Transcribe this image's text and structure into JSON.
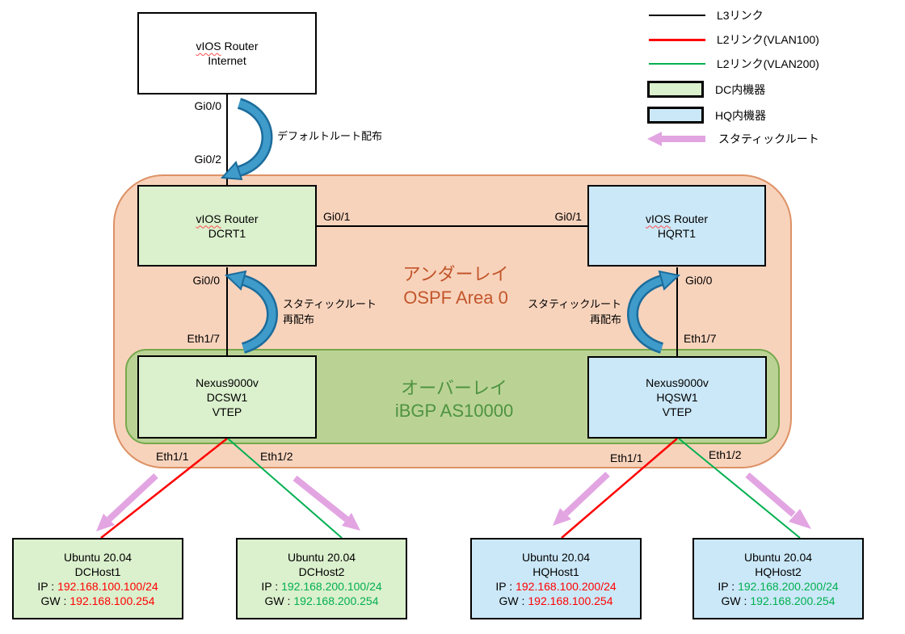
{
  "legend": {
    "items": [
      {
        "label": "L3リンク",
        "color": "#000000"
      },
      {
        "label": "L2リンク(VLAN100)",
        "color": "#ff0000"
      },
      {
        "label": "L2リンク(VLAN200)",
        "color": "#00b050"
      },
      {
        "label": "DC内機器",
        "color": "#dbf0cd"
      },
      {
        "label": "HQ内機器",
        "color": "#cbe8f8"
      },
      {
        "label": "スタティックルート",
        "color": "#e2a5e2"
      }
    ]
  },
  "containers": {
    "underlay": {
      "title_line1": "アンダーレイ",
      "title_line2": "OSPF Area 0"
    },
    "overlay": {
      "title_line1": "オーバーレイ",
      "title_line2": "iBGP AS10000"
    }
  },
  "nodes": {
    "internet": {
      "name_wavy": "vIOS",
      "name_rest": " Router",
      "label": "Internet"
    },
    "dcrt1": {
      "name_wavy": "vIOS",
      "name_rest": " Router",
      "label": "DCRT1"
    },
    "hqrt1": {
      "name_wavy": "vIOS",
      "name_rest": " Router",
      "label": "HQRT1"
    },
    "dcsw1": {
      "line1": "Nexus9000v",
      "line2": "DCSW1",
      "line3": "VTEP"
    },
    "hqsw1": {
      "line1": "Nexus9000v",
      "line2": "HQSW1",
      "line3": "VTEP"
    },
    "dchost1": {
      "line1": "Ubuntu 20.04",
      "line2": "DCHost1",
      "ip_label": "IP :",
      "ip": "192.168.100.100/24",
      "gw_label": "GW :",
      "gw": "192.168.100.254",
      "value_color": "#ff0000"
    },
    "dchost2": {
      "line1": "Ubuntu 20.04",
      "line2": "DCHost2",
      "ip_label": "IP :",
      "ip": "192.168.200.100/24",
      "gw_label": "GW :",
      "gw": "192.168.200.254",
      "value_color": "#00b050"
    },
    "hqhost1": {
      "line1": "Ubuntu 20.04",
      "line2": "HQHost1",
      "ip_label": "IP :",
      "ip": "192.168.100.200/24",
      "gw_label": "GW :",
      "gw": "192.168.100.254",
      "value_color": "#ff0000"
    },
    "hqhost2": {
      "line1": "Ubuntu 20.04",
      "line2": "HQHost2",
      "ip_label": "IP :",
      "ip": "192.168.200.200/24",
      "gw_label": "GW :",
      "gw": "192.168.200.254",
      "value_color": "#00b050"
    }
  },
  "ports": {
    "internet_gi00": "Gi0/0",
    "internet_gi02": "Gi0/2",
    "dcrt1_gi01": "Gi0/1",
    "hqrt1_gi01": "Gi0/1",
    "dcrt1_gi00": "Gi0/0",
    "hqrt1_gi00": "Gi0/0",
    "dcrt1_eth17": "Eth1/7",
    "hqrt1_eth17": "Eth1/7",
    "dcsw1_eth11": "Eth1/1",
    "dcsw1_eth12": "Eth1/2",
    "hqsw1_eth11": "Eth1/1",
    "hqsw1_eth12": "Eth1/2"
  },
  "annotations": {
    "default_route": "デフォルトルート配布",
    "redistribute_line1": "スタティックルート",
    "redistribute_line2": "再配布"
  },
  "colors": {
    "l3_link": "#000000",
    "l2_vlan100": "#ff0000",
    "l2_vlan200": "#00b050",
    "dc_fill": "#dbf0cd",
    "hq_fill": "#cbe8f8",
    "white_fill": "#ffffff",
    "underlay_fill": "#f8d3bc",
    "underlay_border": "#dd9165",
    "underlay_text": "#c2562b",
    "overlay_fill": "#bad395",
    "overlay_border": "#76a84c",
    "overlay_text": "#4e9340",
    "static_route_arrow": "#e2a5e2",
    "curved_arrow_fill": "#3f9bca",
    "curved_arrow_border": "#1b6c9b"
  }
}
